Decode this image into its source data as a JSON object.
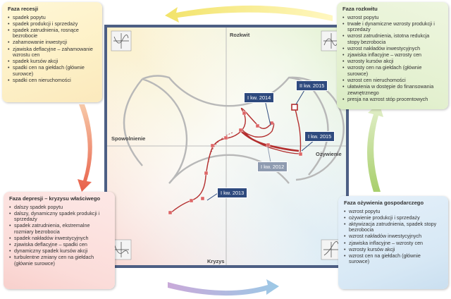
{
  "phases": {
    "recession": {
      "title": "Faza recesji",
      "items": [
        "spadek popytu",
        "spadek produkcji i sprzedaży",
        "spadek zatrudnienia, rosnące bezrobocie",
        "zahamowanie inwestycji",
        "zjawiska deflacyjne – zahamowanie wzrostu cen",
        "spadek kursów akcji",
        "spadki cen na giełdach (głównie surowce)",
        "spadki cen nieruchomości"
      ]
    },
    "boom": {
      "title": "Faza rozkwitu",
      "items": [
        "wzrost popytu",
        "trwałe i dynamiczne wzrosty produkcji i sprzedaży",
        "wzrost zatrudnienia, istotna redukcja stopy bezrobocia",
        "wzrost nakładów inwestycyjnych",
        "zjawiska inflacyjne – wzrosty cen",
        "wzrosty kursów akcji",
        "wzrosty cen na giełdach (głównie surowce)",
        "wzrost cen nieruchomości",
        "ułatwienia w dostępie do finansowania zewnętrznego",
        "presja na wzrost stóp procentowych"
      ]
    },
    "depression": {
      "title": "Faza depresji – kryzysu właściwego",
      "items": [
        "dalszy spadek popytu",
        "dalszy, dynamiczny spadek produkcji i sprzedaży",
        "spadek zatrudnienia, ekstremalne rozmiary bezrobocia",
        "spadek nakładów inwestycyjnych",
        "zjawiska deflacyjne – spadki cen",
        "dynamiczny spadek kursów akcji",
        "turbulentne zmiany cen na giełdach (głównie surowce)"
      ]
    },
    "revival": {
      "title": "Faza ożywienia gospodarczego",
      "items": [
        "wzrost popytu",
        "ożywienie produkcji i sprzedaży",
        "aktywizacja zatrudnienia, spadek stopy bezrobocia",
        "wzrost nakładów inwestycyjnych",
        "zjawiska inflacyjne – wzrosty cen",
        "wzrosty kursów akcji",
        "wzrost cen na giełdach (głównie surowce)"
      ]
    }
  },
  "quadrant_labels": {
    "top": "Rozkwit",
    "left": "Spowolnienie",
    "right": "Ożywienie",
    "bottom": "Kryzys"
  },
  "markers": {
    "q1_2014": "I kw. 2014",
    "q2_2015": "II kw. 2015",
    "q1_2015": "I kw. 2015",
    "q1_2012": "I kw. 2012",
    "q1_2013": "I kw. 2013"
  },
  "colors": {
    "frame": "#4d5f84",
    "path": "#b32e2e",
    "tag": "#2e4a7e",
    "arrow_top": "#f2e36a",
    "arrow_right": "#b8d77a",
    "arrow_left": "#e8604a",
    "arrow_bottom": "#9cc9e6"
  },
  "icons": [
    "phase-chart-icon-top-left",
    "phase-chart-icon-top-right",
    "phase-chart-icon-bottom-left",
    "phase-chart-icon-bottom-right"
  ]
}
